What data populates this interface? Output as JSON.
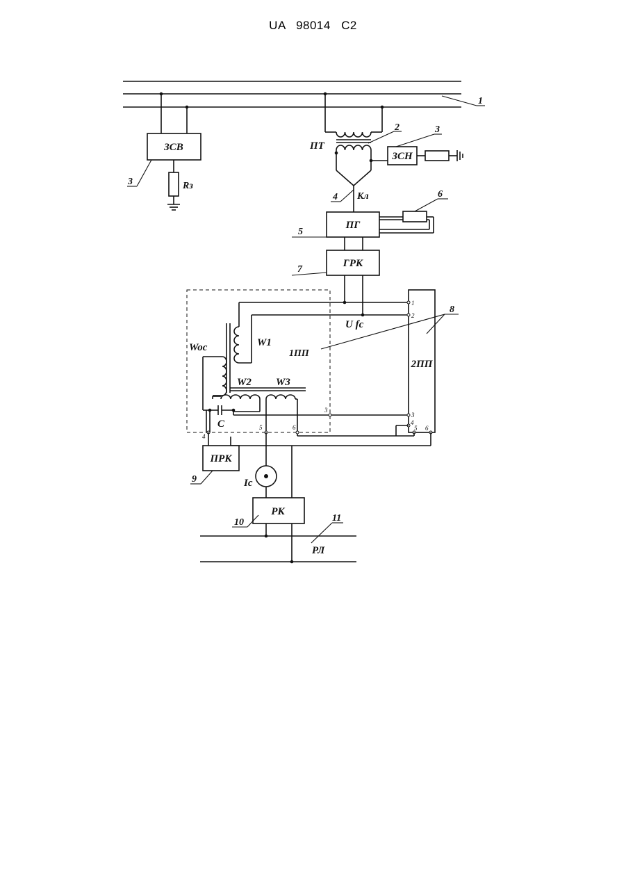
{
  "header": "UA   98014   C2",
  "blocks": {
    "zsv": "ЗСВ",
    "zsn": "ЗСН",
    "pg": "ПГ",
    "grk": "ГРК",
    "prk": "ПРК",
    "rk": "РК",
    "pp2": "2ПП"
  },
  "labels": {
    "pt": "ПТ",
    "rz": "Rз",
    "kl": "Кл",
    "ufc": "U fc",
    "pp1": "1ПП",
    "w1": "W1",
    "w2": "W2",
    "w3": "W3",
    "woc": "Woc",
    "c": "C",
    "ic": "Ic",
    "rl": "РЛ"
  },
  "callouts": {
    "n1": "1",
    "n2": "2",
    "n3a": "3",
    "n3b": "3",
    "n4": "4",
    "n5": "5",
    "n6": "6",
    "n7": "7",
    "n8": "8",
    "n9": "9",
    "n10": "10",
    "n11": "11"
  },
  "pins_2pp": [
    "1",
    "2",
    "3",
    "4",
    "5",
    "6"
  ],
  "pins_1pp": [
    "4",
    "5",
    "6",
    "3"
  ]
}
